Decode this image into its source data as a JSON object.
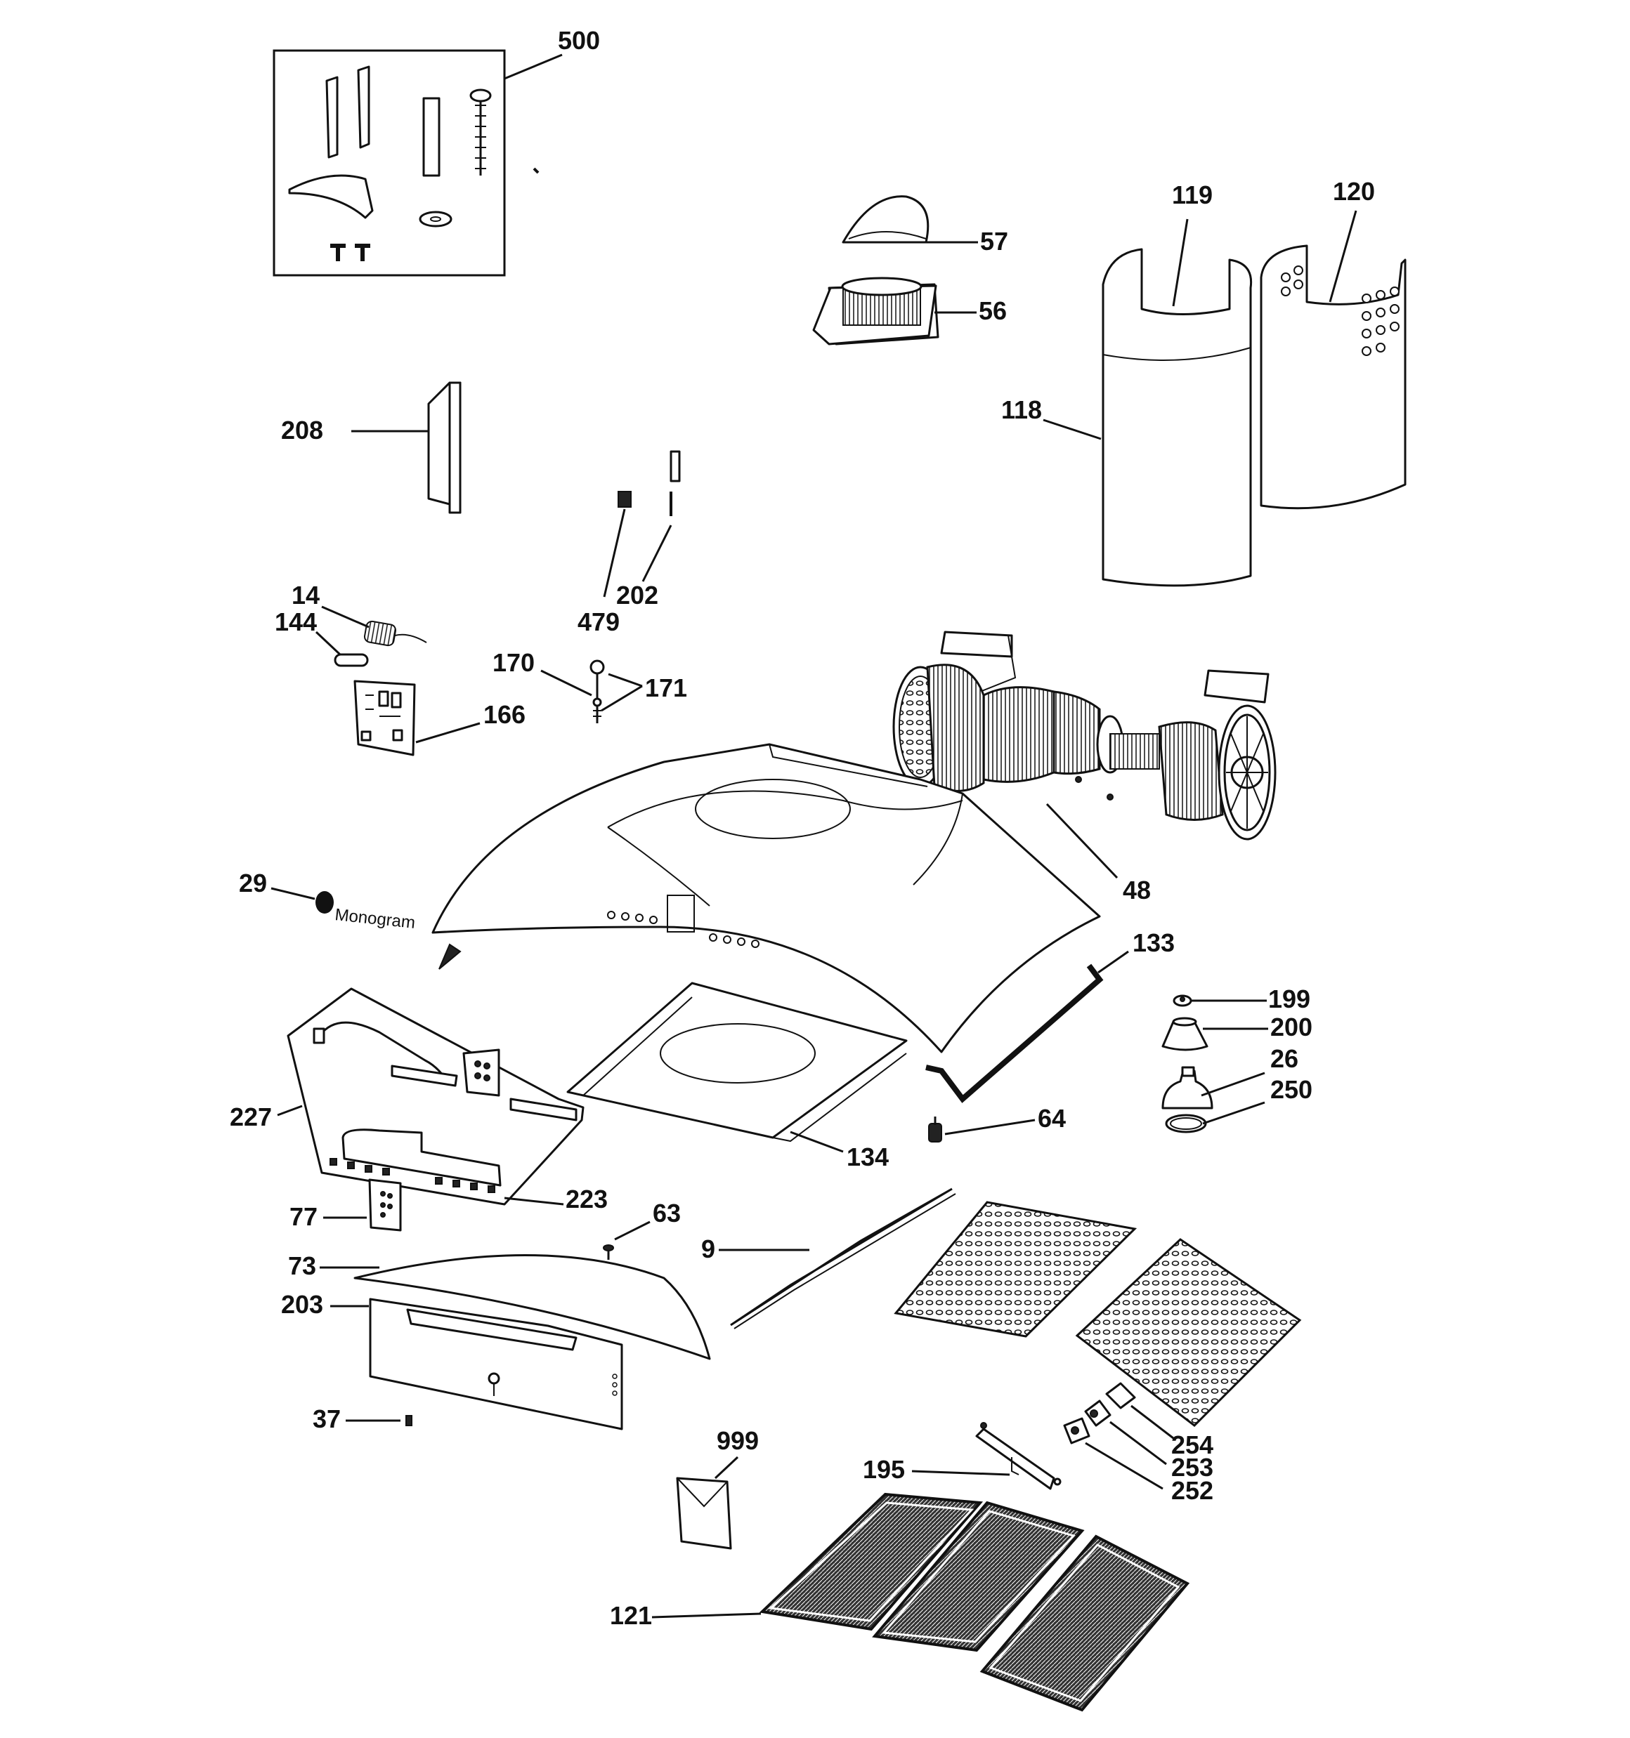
{
  "callouts": [
    {
      "id": "500",
      "text": "500"
    },
    {
      "id": "57",
      "text": "57"
    },
    {
      "id": "56",
      "text": "56"
    },
    {
      "id": "119",
      "text": "119"
    },
    {
      "id": "120",
      "text": "120"
    },
    {
      "id": "118",
      "text": "118"
    },
    {
      "id": "208",
      "text": "208"
    },
    {
      "id": "202",
      "text": "202"
    },
    {
      "id": "479",
      "text": "479"
    },
    {
      "id": "14",
      "text": "14"
    },
    {
      "id": "144",
      "text": "144"
    },
    {
      "id": "170",
      "text": "170"
    },
    {
      "id": "171",
      "text": "171"
    },
    {
      "id": "166",
      "text": "166"
    },
    {
      "id": "48",
      "text": "48"
    },
    {
      "id": "29",
      "text": "29"
    },
    {
      "id": "133",
      "text": "133"
    },
    {
      "id": "199",
      "text": "199"
    },
    {
      "id": "200",
      "text": "200"
    },
    {
      "id": "26",
      "text": "26"
    },
    {
      "id": "250",
      "text": "250"
    },
    {
      "id": "227",
      "text": "227"
    },
    {
      "id": "134",
      "text": "134"
    },
    {
      "id": "64",
      "text": "64"
    },
    {
      "id": "223",
      "text": "223"
    },
    {
      "id": "77",
      "text": "77"
    },
    {
      "id": "63",
      "text": "63"
    },
    {
      "id": "9",
      "text": "9"
    },
    {
      "id": "73",
      "text": "73"
    },
    {
      "id": "203",
      "text": "203"
    },
    {
      "id": "37",
      "text": "37"
    },
    {
      "id": "999",
      "text": "999"
    },
    {
      "id": "195",
      "text": "195"
    },
    {
      "id": "254",
      "text": "254"
    },
    {
      "id": "253",
      "text": "253"
    },
    {
      "id": "252",
      "text": "252"
    },
    {
      "id": "121",
      "text": "121"
    }
  ],
  "brand_text": "Monogram"
}
